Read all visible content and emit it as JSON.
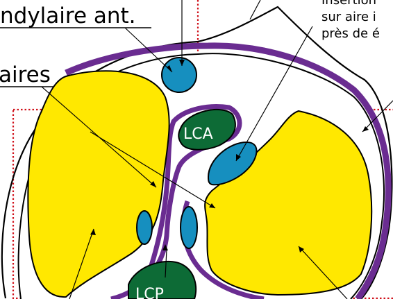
{
  "labels": {
    "condyle_ant": "ndylaire ant.",
    "menisque": "aires",
    "lca": "LCA",
    "lcp": "LCP",
    "insertion_line1": "Insertion",
    "insertion_line2": "sur aire i",
    "insertion_line3": "près de é"
  },
  "colors": {
    "meniscus": "#ffe800",
    "ligament_green": "#0d6b36",
    "bursa_blue": "#168fbf",
    "band_purple": "#6a2c91",
    "guide_red": "#d0121b",
    "outline": "#000000"
  }
}
